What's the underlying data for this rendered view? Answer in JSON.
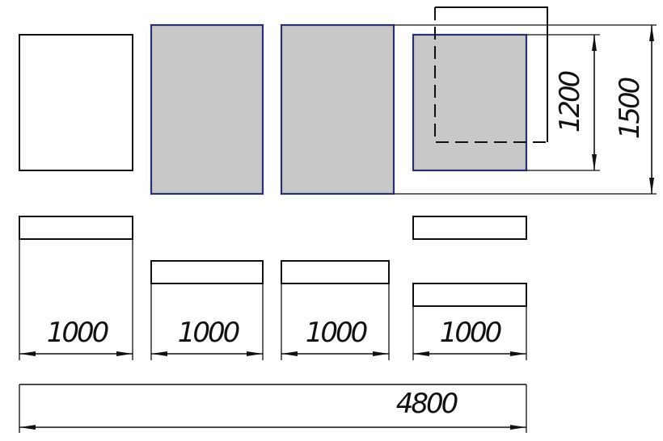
{
  "colors": {
    "line": "#111111",
    "fill": "#c8c8c8",
    "filled_outline": "#2a2f6e",
    "background": "#ffffff"
  },
  "dimensions": {
    "width_1": "1000",
    "width_2": "1000",
    "width_3": "1000",
    "width_4": "1000",
    "total": "4800",
    "height_inner": "1200",
    "height_outer": "1500"
  }
}
